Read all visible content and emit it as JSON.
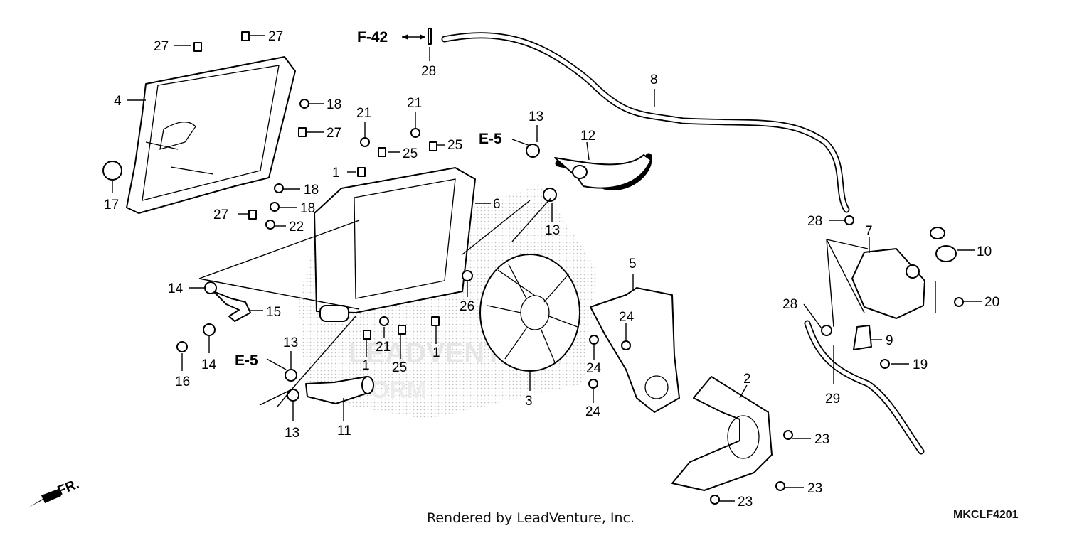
{
  "diagram": {
    "callouts": [
      "1",
      "2",
      "3",
      "4",
      "5",
      "6",
      "7",
      "8",
      "9",
      "10",
      "11",
      "12",
      "13",
      "14",
      "15",
      "16",
      "17",
      "18",
      "19",
      "20",
      "21",
      "22",
      "23",
      "24",
      "25",
      "26",
      "27",
      "28",
      "29"
    ],
    "references": {
      "f42": "F-42",
      "e5": "E-5"
    },
    "direction": "FR."
  },
  "watermark": {
    "text": "LEADVENTURE",
    "sub": "FORM"
  },
  "footer": {
    "credit": "Rendered by LeadVenture, Inc.",
    "code": "MKCLF4201"
  }
}
